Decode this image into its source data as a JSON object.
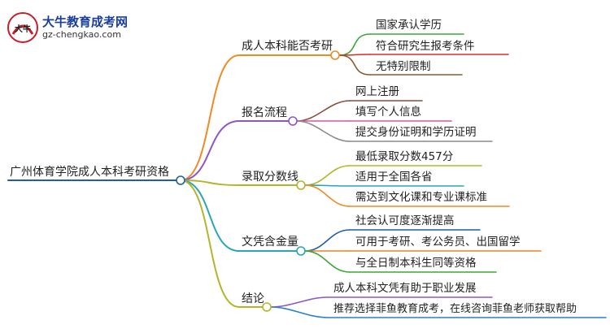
{
  "logo": {
    "name": "大牛教育成考网",
    "url": "gz-chengkao.com",
    "badge_text": "大牛"
  },
  "root": {
    "label": "广州体育学院成人本科考研资格",
    "color": "#1f5fa8"
  },
  "branches": [
    {
      "label": "成人本科能否考研",
      "color": "#f08a24",
      "children": [
        {
          "label": "国家承认学历",
          "color": "#3aa63a"
        },
        {
          "label": "符合研究生报考条件",
          "color": "#d92b2b"
        },
        {
          "label": "无特别限制",
          "color": "#8b5a2b"
        }
      ]
    },
    {
      "label": "报名流程",
      "color": "#8e55c6",
      "children": [
        {
          "label": "网上注册",
          "color": "#8b4b3a"
        },
        {
          "label": "填写个人信息",
          "color": "#d8579a"
        },
        {
          "label": "提交身份证明和学历证明",
          "color": "#8a8a8a"
        }
      ]
    },
    {
      "label": "录取分数线",
      "color": "#b5b52a",
      "children": [
        {
          "label": "最低录取分数457分",
          "color": "#b5b52a"
        },
        {
          "label": "适用于全国各省",
          "color": "#2aa7b5"
        },
        {
          "label": "需达到文化课和专业课标准",
          "color": "#f08a24"
        }
      ]
    },
    {
      "label": "文凭含金量",
      "color": "#2aa7b5",
      "children": [
        {
          "label": "社会认可度逐渐提高",
          "color": "#1f5fa8"
        },
        {
          "label": "可用于考研、考公务员、出国留学",
          "color": "#e8832a"
        },
        {
          "label": "与全日制本科生同等资格",
          "color": "#3aa63a"
        }
      ]
    },
    {
      "label": "结论",
      "color": "#b5b52a",
      "children": [
        {
          "label": "成人本科文凭有助于职业发展",
          "color": "#8e55c6"
        },
        {
          "label": "推荐选择菲鱼教育成考，在线咨询菲鱼老师获取帮助",
          "color": "#2a7fd0"
        }
      ]
    }
  ]
}
